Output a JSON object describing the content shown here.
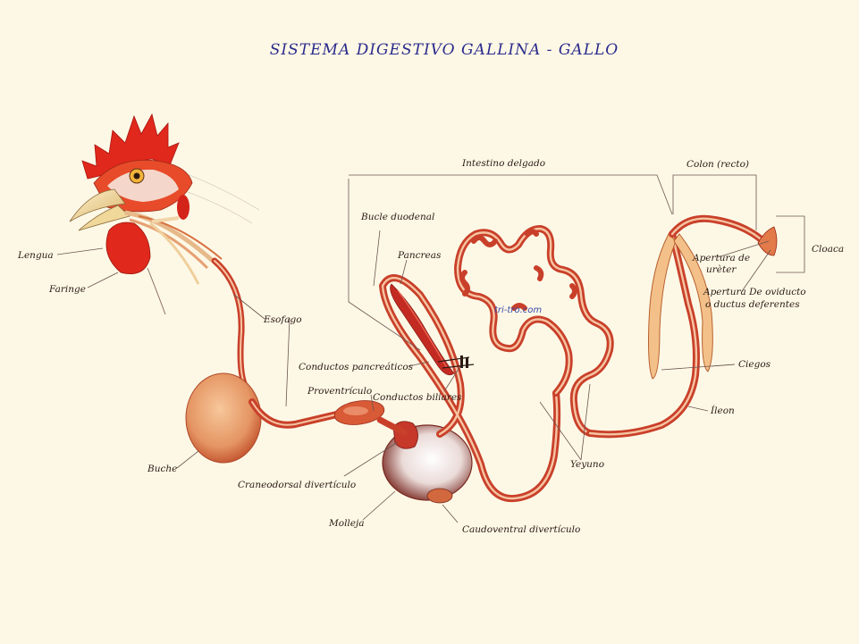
{
  "title": "SISTEMA DIGESTIVO GALLINA - GALLO",
  "watermark": "tri-tro.com",
  "labels": {
    "lengua": "Lengua",
    "faringe": "Faringe",
    "esofago": "Esofago",
    "buche": "Buche",
    "proventriculo": "Proventrículo",
    "craneodorsal": "Craneodorsal divertículo",
    "molleja": "Molleja",
    "caudoventral": "Caudoventral divertículo",
    "conductos_pancreaticos": "Conductos pancreáticos",
    "conductos_biliares": "Conductos biliares",
    "bucle_duodenal": "Bucle duodenal",
    "pancreas": "Pancreas",
    "intestino_delgado": "Intestino delgado",
    "yeyuno": "Yeyuno",
    "ileon": "Íleon",
    "colon": "Colon (recto)",
    "cloaca": "Cloaca",
    "apertura_ureter_1": "Apertura de",
    "apertura_ureter_2": "urèter",
    "apertura_oviducto_1": "Apertura De oviducto",
    "apertura_oviducto_2": "o ductus deferentes",
    "ciegos": "Ciegos"
  },
  "colors": {
    "background": "#fdf8e6",
    "title": "#2a2a8c",
    "tract": "#c9402a",
    "comb": "#e0281c"
  }
}
